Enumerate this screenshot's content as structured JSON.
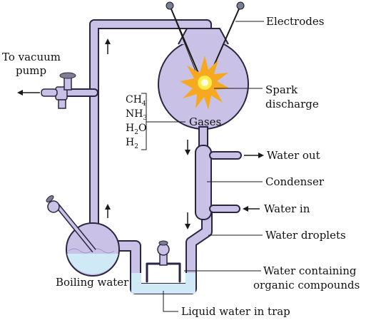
{
  "colors": {
    "glass_fill": "#c9c2e6",
    "glass_stroke": "#2a2540",
    "water": "#cfe9f7",
    "spark_outer": "#f6a81e",
    "spark_inner": "#ffee4a",
    "line": "#1a1a1a"
  },
  "labels": {
    "electrodes": "Electrodes",
    "vacuum_line1": "To vacuum",
    "vacuum_line2": "pump",
    "spark_line1": "Spark",
    "spark_line2": "discharge",
    "gases": "Gases",
    "water_out": "Water out",
    "condenser": "Condenser",
    "water_in": "Water in",
    "water_droplets": "Water droplets",
    "water_containing_line1": "Water containing",
    "water_containing_line2": "organic compounds",
    "boiling_water": "Boiling water",
    "liquid_water_trap": "Liquid water in trap"
  },
  "gases": [
    {
      "base": "CH",
      "sub": "4"
    },
    {
      "base": "NH",
      "sub": "3"
    },
    {
      "base": "H",
      "sub": "2",
      "tail": "O"
    },
    {
      "base": "H",
      "sub": "2"
    }
  ],
  "icons": [
    "arrow-up-icon",
    "arrow-down-icon",
    "arrow-left-icon",
    "arrow-right-icon",
    "spark-icon",
    "stopcock-icon",
    "electrode-icon"
  ]
}
